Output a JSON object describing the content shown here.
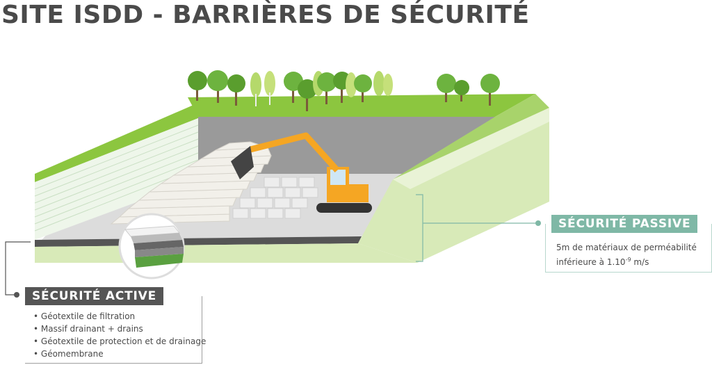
{
  "title": "SITE ISDD - BARRIÈRES DE SÉCURITÉ",
  "active": {
    "title": "SÉCURITÉ ACTIVE",
    "items": [
      "Géotextile de filtration",
      "Massif drainant + drains",
      "Géotextile de protection et de drainage",
      "Géomembrane"
    ]
  },
  "passive": {
    "title": "SÉCURITÉ PASSIVE",
    "text_before": "5m de matériaux de perméabilité inférieure à 1.10",
    "exponent": "-9",
    "text_after": " m/s"
  },
  "colors": {
    "grass": "#8cc63f",
    "embankment": "#d8eab8",
    "passive_accent": "#7fb8a6",
    "active_accent": "#555555",
    "excavator": "#f5a623"
  }
}
